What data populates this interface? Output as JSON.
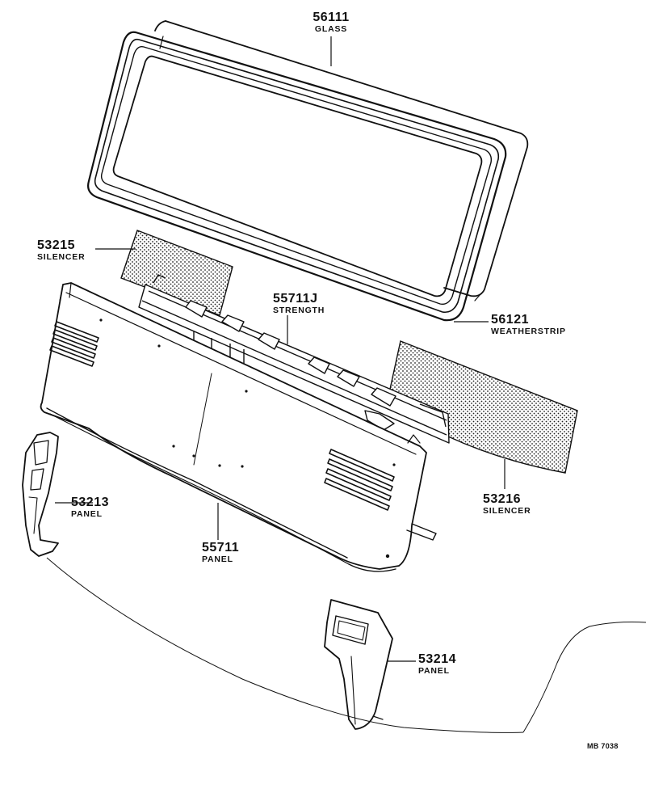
{
  "diagram": {
    "parts": [
      {
        "id": "glass",
        "number": "56111",
        "name": "GLASS"
      },
      {
        "id": "silencer_left",
        "number": "53215",
        "name": "SILENCER"
      },
      {
        "id": "strength",
        "number": "55711J",
        "name": "STRENGTH"
      },
      {
        "id": "weatherstrip",
        "number": "56121",
        "name": "WEATHERSTRIP"
      },
      {
        "id": "panel_left_pillar",
        "number": "53213",
        "name": "PANEL"
      },
      {
        "id": "silencer_right",
        "number": "53216",
        "name": "SILENCER"
      },
      {
        "id": "panel_main",
        "number": "55711",
        "name": "PANEL"
      },
      {
        "id": "panel_right_pillar",
        "number": "53214",
        "name": "PANEL"
      }
    ],
    "reference_code": "MB 7038"
  }
}
